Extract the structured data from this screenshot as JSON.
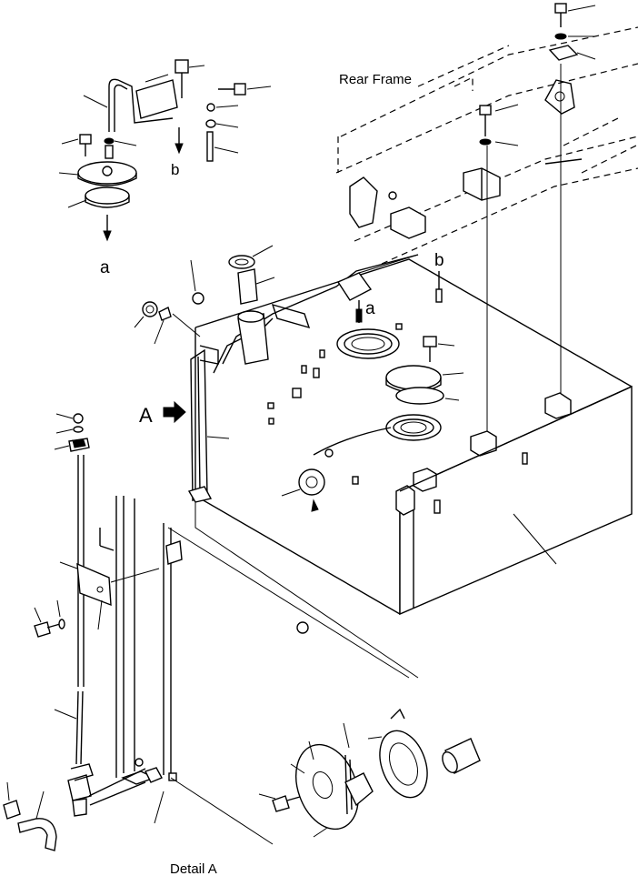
{
  "labels": {
    "rear_frame": "Rear Frame",
    "detail_a": "Detail A",
    "view_a": "A",
    "ref_a_left": "a",
    "ref_b_left": "b",
    "ref_a_tank": "a",
    "ref_b_tank": "b"
  }
}
